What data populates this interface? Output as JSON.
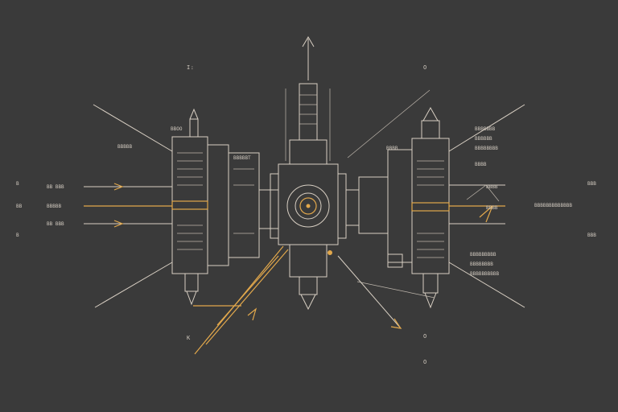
{
  "diagram": {
    "labels": {
      "top_left_mark": "I:",
      "top_right_mark": "O",
      "left_upper_tag": "BBOO",
      "center_tag": "BBBBBT",
      "left_row1_a": "B",
      "left_row1_b": "BB  BBB",
      "left_row2_a": "BB",
      "left_row2_b": "BBBBB",
      "left_row3_a": "B",
      "left_row3_b": "BB  BBB",
      "left_lower_tag": "BBBBB",
      "right_upper_tag": "BBBB",
      "right_stack_1": "BBBBBBB",
      "right_stack_2": "BBBBBB",
      "right_stack_3": "BBBBBBBB",
      "right_stack_4": "BBBB",
      "right_block_1": "BBBB",
      "right_block_2": "BBBB",
      "right_long_tag": "BBBBBBBBBBBBB",
      "right_far_upper": "BBB",
      "right_far_lower": "BBB",
      "right_lower_1": "BBBBBBBBB",
      "right_lower_2": "BBBBBBBB",
      "right_lower_3": "BBBBBBBBBB",
      "bottom_left_mark": "K",
      "bottom_right_mark": "O",
      "bottom_right_mark_2": "O"
    },
    "colors": {
      "background": "#3a3a3a",
      "line": "#d8cfc3",
      "accent": "#e2a84c"
    }
  }
}
